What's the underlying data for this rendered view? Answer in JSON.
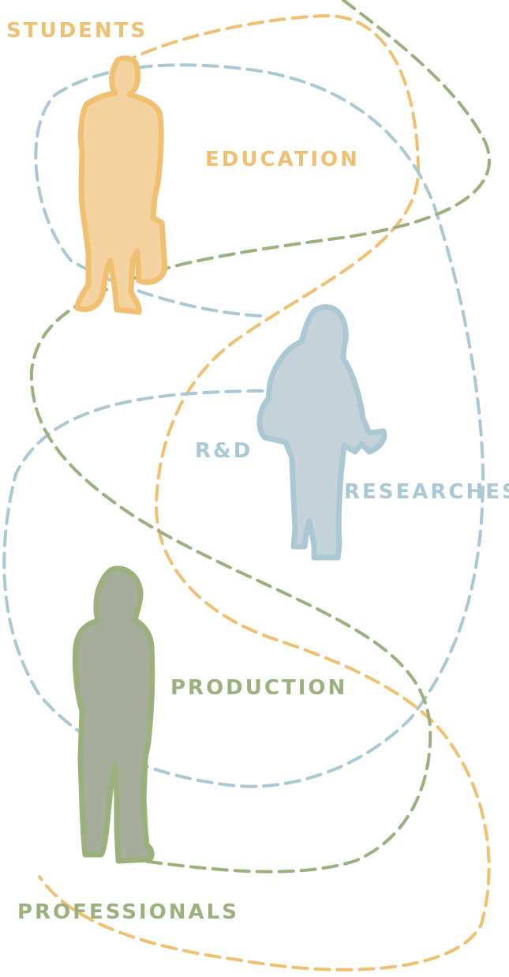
{
  "labels": {
    "students": "STUDENTS",
    "education": "EDUCATION",
    "rnd": "R&D",
    "researches": "RESEARCHES",
    "production": "PRODUCTION",
    "professionals": "PROFESSIONALS"
  },
  "colors": {
    "orange": "#f0c070",
    "orange_fill": "#f3d4a0",
    "blue": "#a9c8d4",
    "blue_fill": "#c3d3d9",
    "green": "#9bb07c",
    "green_fill": "#a6ad9b"
  },
  "figures": [
    {
      "name": "student-figure",
      "icon": "person-with-bag-icon",
      "color": "orange"
    },
    {
      "name": "researcher-figure",
      "icon": "person-with-book-icon",
      "color": "blue"
    },
    {
      "name": "professional-figure",
      "icon": "person-standing-icon",
      "color": "green"
    }
  ]
}
